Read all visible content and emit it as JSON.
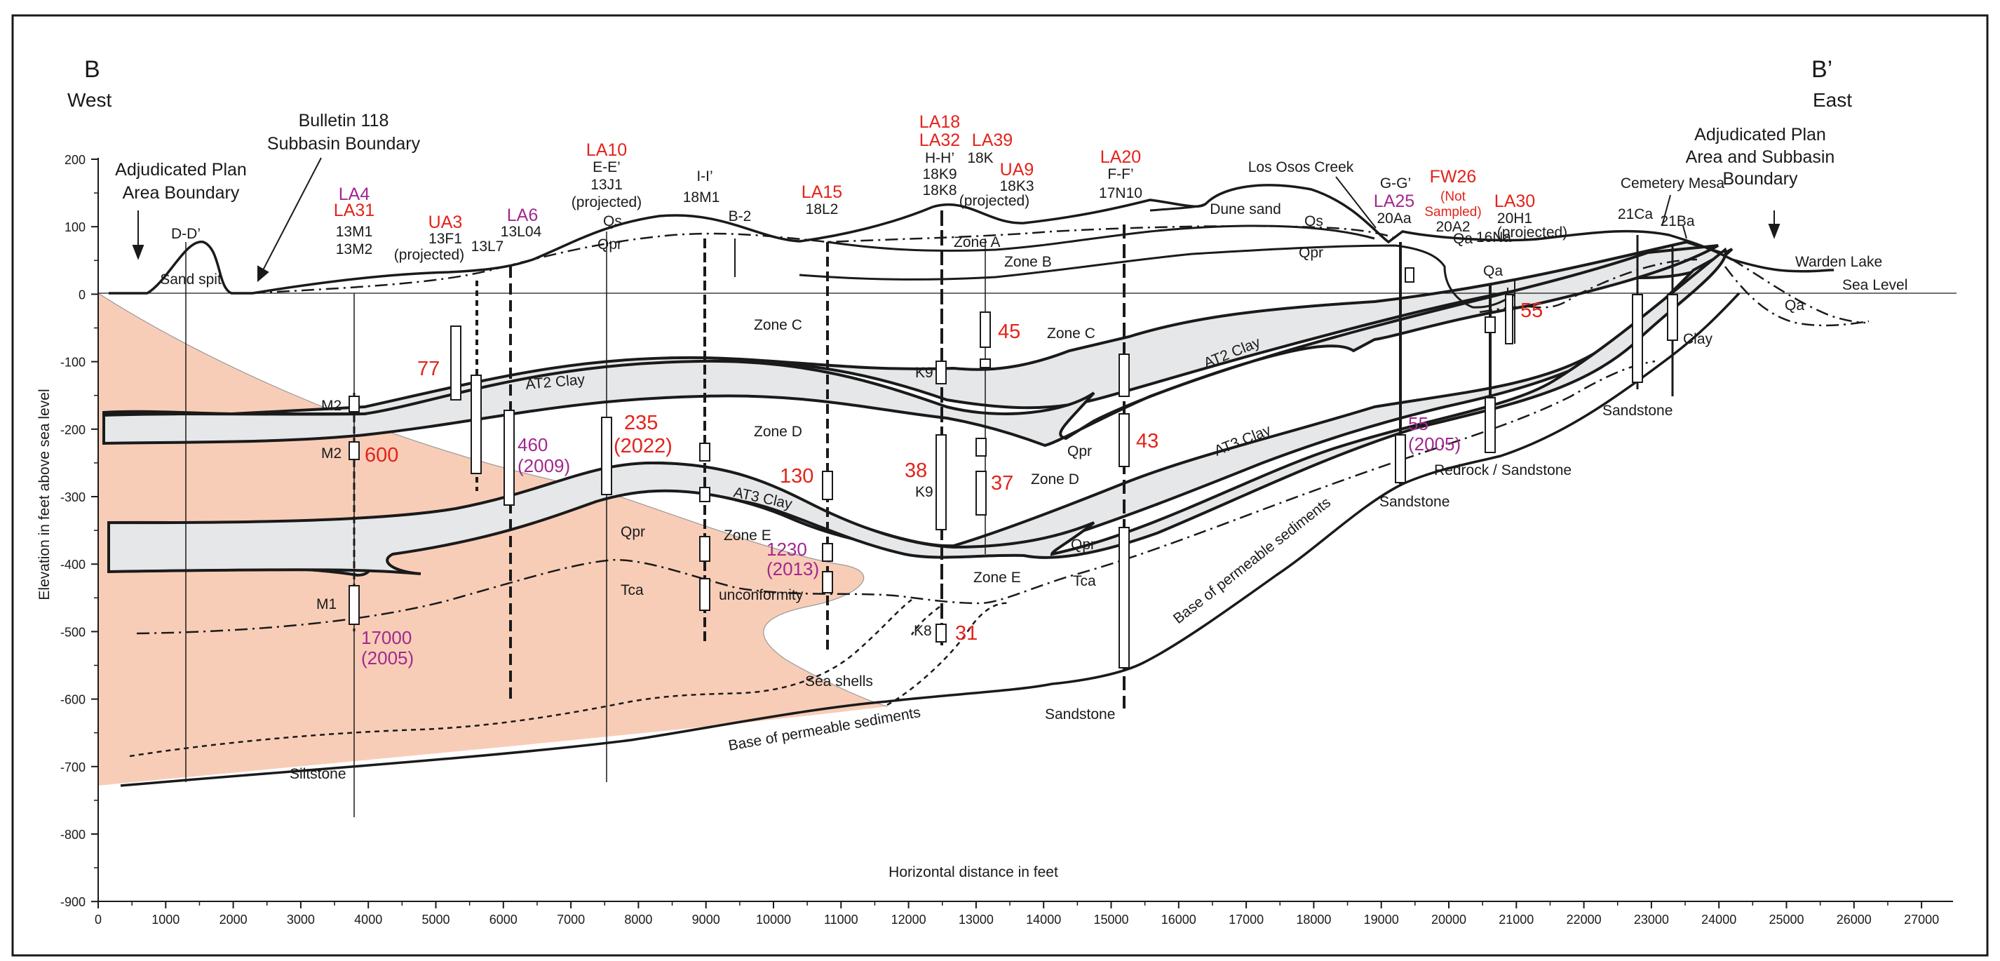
{
  "header": {
    "left_letter": "B",
    "left_dir": "West",
    "right_letter": "B’",
    "right_dir": "East"
  },
  "axes": {
    "ylabel": "Elevation in feet above sea level",
    "xlabel": "Horizontal distance in feet",
    "x_ticks": [
      "0",
      "1000",
      "2000",
      "3000",
      "4000",
      "5000",
      "6000",
      "7000",
      "8000",
      "9000",
      "10000",
      "11000",
      "12000",
      "13000",
      "14000",
      "15000",
      "16000",
      "17000",
      "18000",
      "19000",
      "20000",
      "21000",
      "22000",
      "23000",
      "24000",
      "25000",
      "26000",
      "27000"
    ],
    "y_ticks": [
      "200",
      "100",
      "0",
      "-100",
      "-200",
      "-300",
      "-400",
      "-500",
      "-600",
      "-700",
      "-800",
      "-900"
    ]
  },
  "boundaries": {
    "adj_left": [
      "Adjudicated Plan",
      "Area Boundary"
    ],
    "bulletin": [
      "Bulletin 118",
      "Subbasin Boundary"
    ],
    "adj_right": [
      "Adjudicated Plan",
      "Area and Subbasin",
      "Boundary"
    ]
  },
  "wells": {
    "la4": "LA4",
    "la31": "LA31",
    "w13m1": "13M1",
    "w13m2": "13M2",
    "ua3": "UA3",
    "w13f1": "13F1",
    "proj1": "(projected)",
    "w13l7": "13L7",
    "la6": "LA6",
    "w13l04": "13L04",
    "la10": "LA10",
    "ee": "E-E’",
    "w13j1": "13J1",
    "proj2": "(projected)",
    "ii": "I-I’",
    "w18m1": "18M1",
    "b2": "B-2",
    "la15": "LA15",
    "w18l2": "18L2",
    "la18": "LA18",
    "la32": "LA32",
    "hh": "H-H’",
    "w18k9": "18K9",
    "w18k8": "18K8",
    "la39": "LA39",
    "w18k": "18K",
    "ua9": "UA9",
    "w18k3": "18K3",
    "proj3": "(projected)",
    "la20": "LA20",
    "ff": "F-F’",
    "w17n10": "17N10",
    "gg": "G-G’",
    "la25": "LA25",
    "w20aa": "20Aa",
    "fw26": "FW26",
    "not": "(Not",
    "sampled": "Sampled)",
    "w20a2": "20A2",
    "w16na": "16Na",
    "la30": "LA30",
    "w20h1": "20H1",
    "proj4": "(projected)",
    "w21ca": "21Ca",
    "w21ba": "21Ba",
    "dd": "D-D’"
  },
  "features": {
    "sand_spit": "Sand spit",
    "dune_sand": "Dune sand",
    "los_osos": "Los Osos Creek",
    "cemetery": "Cemetery Mesa",
    "warden": "Warden Lake",
    "sea_level": "Sea Level",
    "qs1": "Qs",
    "qpr1": "Qpr",
    "qs2": "Qs",
    "qpr2": "Qpr",
    "qa1": "Qa",
    "qa2": "Qa",
    "clay": "Clay",
    "zone_a": "Zone A",
    "zone_b": "Zone B",
    "zone_c1": "Zone C",
    "zone_c2": "Zone C",
    "zone_d1": "Zone D",
    "zone_d2": "Zone D",
    "zone_e1": "Zone E",
    "zone_e2": "Zone E",
    "at2_1": "AT2 Clay",
    "at2_2": "AT2 Clay",
    "at3_1": "AT3 Clay",
    "at3_2": "AT3 Clay",
    "qpr3": "Qpr",
    "qpr4": "Qpr",
    "qpr5": "Qpr",
    "tca1": "Tca",
    "tca2": "Tca",
    "unconformity": "unconformity",
    "sea_shells": "Sea shells",
    "base1": "Base of permeable sediments",
    "base2": "Base of permeable sediments",
    "siltstone": "Siltstone",
    "sandstone1": "Sandstone",
    "sandstone2": "Sandstone",
    "sandstone3": "Sandstone",
    "redrock": "Redrock / Sandstone",
    "m2a": "M2",
    "m2b": "M2",
    "m1": "M1",
    "k9a": "K9",
    "k9b": "K9",
    "k8": "K8"
  },
  "values": {
    "v77": "77",
    "v600": "600",
    "v460": "460",
    "y2009": "(2009)",
    "v235": "235",
    "y2022": "(2022)",
    "v130": "130",
    "v1230": "1230",
    "y2013": "(2013)",
    "v17000": "17000",
    "y2005a": "(2005)",
    "v38": "38",
    "v37": "37",
    "v45": "45",
    "v31": "31",
    "v43": "43",
    "v55a": "55",
    "y2005b": "(2005)",
    "v55b": "55"
  },
  "colors": {
    "tca_fill": "#f8cdb7",
    "clay_fill": "#e6e7e8",
    "red_label": "#e3231b",
    "purple_label": "#a2288f",
    "line": "#1a1a1a"
  }
}
